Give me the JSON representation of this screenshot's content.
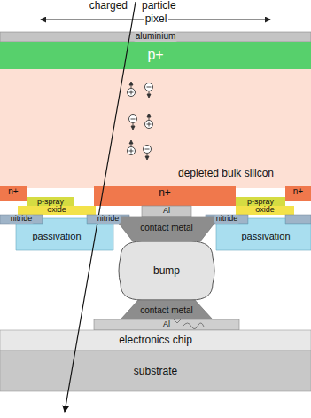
{
  "diagram": {
    "nodes": [
      {
        "text": [
          "aluminium"
        ]
      },
      {
        "text": [
          "p+"
        ]
      },
      {
        "text": [
          "depleted bulk silicon"
        ]
      },
      {
        "text": [
          "n+"
        ]
      },
      {
        "text": [
          "n+"
        ]
      },
      {
        "text": [
          "n+"
        ]
      },
      {
        "text": [
          "p-spray"
        ]
      },
      {
        "text": [
          "p-spray"
        ]
      },
      {
        "text": [
          "oxide"
        ]
      },
      {
        "text": [
          "oxide"
        ]
      },
      {
        "text": [
          "Al"
        ]
      },
      {
        "text": [
          "nitride"
        ]
      },
      {
        "text": [
          "nitride"
        ]
      },
      {
        "text": [
          "nitride"
        ]
      },
      {
        "text": [
          "passivation"
        ]
      },
      {
        "text": [
          "contact metal"
        ]
      },
      {
        "text": [
          "passivation"
        ]
      },
      {
        "text": [
          "bump"
        ]
      },
      {
        "text": [
          "contact metal"
        ]
      },
      {
        "text": [
          "Al"
        ]
      },
      {
        "text": [
          "electronics chip"
        ]
      },
      {
        "text": [
          "substrate"
        ]
      }
    ],
    "labels": [
      "charged",
      "particle",
      "pixel"
    ]
  }
}
